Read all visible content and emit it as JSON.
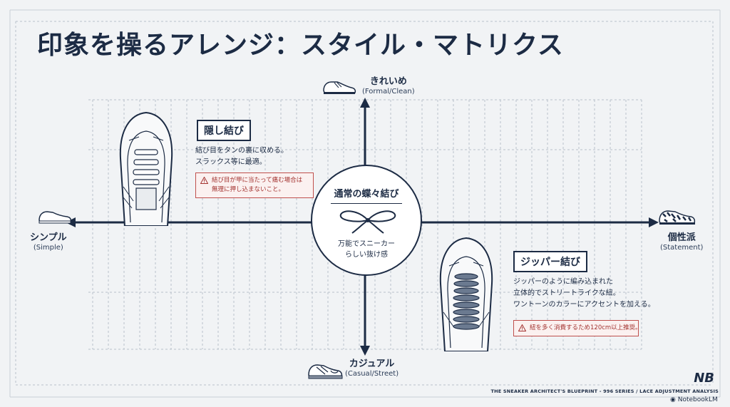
{
  "title": "印象を操るアレンジ：スタイル・マトリクス",
  "axes": {
    "top": {
      "jp": "きれいめ",
      "en": "(Formal/Clean)"
    },
    "bottom": {
      "jp": "カジュアル",
      "en": "(Casual/Street)"
    },
    "left": {
      "jp": "シンプル",
      "en": "(Simple)"
    },
    "right": {
      "jp": "個性派",
      "en": "(Statement)"
    }
  },
  "center": {
    "title": "通常の蝶々結び",
    "desc_line1": "万能でスニーカー",
    "desc_line2": "らしい抜け感"
  },
  "hidden_knot": {
    "title": "隠し結び",
    "desc_line1": "結び目をタンの裏に収める。",
    "desc_line2": "スラックス等に最適。",
    "warning_line1": "結び目が甲に当たって痛む場合は",
    "warning_line2": "無理に押し込まないこと。"
  },
  "zipper_knot": {
    "title": "ジッパー結び",
    "desc_line1": "ジッパーのように編み込まれた",
    "desc_line2": "立体的でストリートライクな紐。",
    "desc_line3": "ワントーンのカラーにアクセントを加える。",
    "warning": "紐を多く消費するため120cm以上推奨。"
  },
  "footer": "THE SNEAKER ARCHITECT'S BLUEPRINT - 996 SERIES / LACE ADJUSTMENT ANALYSIS",
  "brand_logo": "NB",
  "watermark": "NotebookLM",
  "colors": {
    "navy": "#1c2b44",
    "warning": "#c0504d",
    "background": "#f1f3f5"
  }
}
